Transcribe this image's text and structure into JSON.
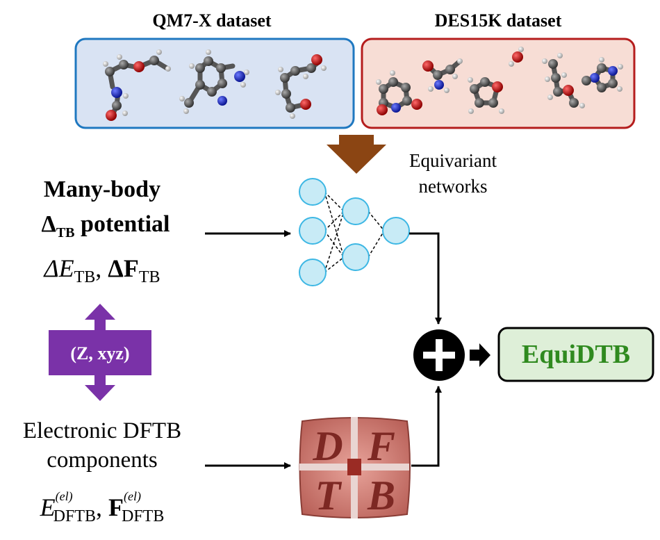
{
  "datasets": {
    "qm7x": {
      "title": "QM7-X dataset",
      "fill": "#d9e3f3",
      "border": "#1f78c0"
    },
    "des15k": {
      "title": "DES15K dataset",
      "fill": "#f7ddd5",
      "border": "#b51d1d"
    }
  },
  "network": {
    "caption_line1": "Equivariant",
    "caption_line2": "networks",
    "node_fill": "#c8ebf6",
    "node_stroke": "#3db7e4"
  },
  "left": {
    "potential_line1": "Many-body",
    "potential_delta": "Δ",
    "potential_sub": "TB",
    "potential_word": "potential",
    "energy_delta": "ΔE",
    "energy_sub": "TB",
    "force_delta": "ΔF",
    "force_sub": "TB",
    "input_label": "(Z, xyz)",
    "electronic_line1": "Electronic DFTB",
    "electronic_line2": "components",
    "el_energy": "E",
    "el_energy_sup": "(el)",
    "el_energy_sub": "DFTB",
    "el_force": "F",
    "el_force_sup": "(el)",
    "el_force_sub": "DFTB"
  },
  "dftb_logo": {
    "letters": [
      "D",
      "F",
      "T",
      "B"
    ]
  },
  "output": {
    "label": "EquiDTB",
    "fill": "#deefd8",
    "text_color": "#2f8a1f"
  },
  "colors": {
    "arrow_brown": "#8b4513",
    "purple": "#7a32a8",
    "atom_c": "#555555",
    "atom_n": "#1a2fd0",
    "atom_o": "#d01a1a",
    "atom_h": "#e8e8e8"
  }
}
